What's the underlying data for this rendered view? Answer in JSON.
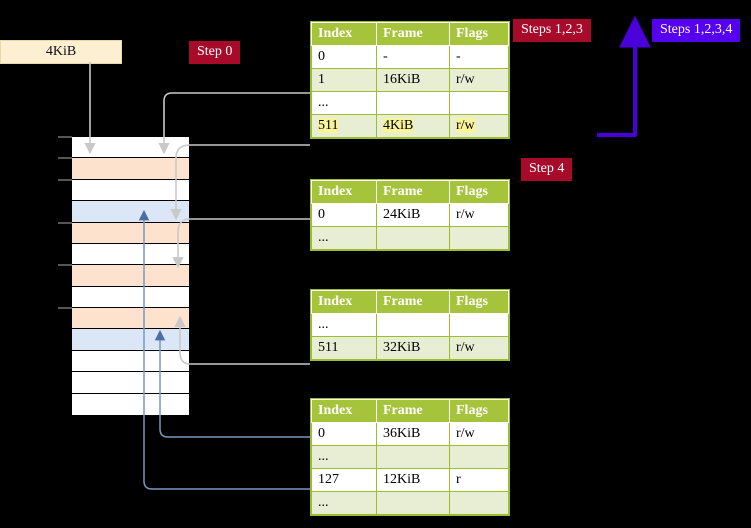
{
  "labels": {
    "kib_box": "4KiB",
    "step0": "Step 0",
    "step4": "Step 4",
    "steps123": "Steps 1,2,3",
    "steps1234": "Steps 1,2,3,4"
  },
  "colors": {
    "badge_red": "#a80b2a",
    "badge_blue": "#5500ee",
    "table_header": "#a6c33c",
    "table_alt_row": "#e7eed3",
    "highlight": "#f8f49a",
    "mem_peach": "#fde3cd",
    "mem_blue": "#dbe7f7",
    "kib_box_bg": "#fdefd2",
    "wire_gray": "#b8b8b8",
    "wire_blue": "#7a96c2"
  },
  "tables": [
    {
      "name": "page-table-1",
      "headers": [
        "Index",
        "Frame",
        "Flags"
      ],
      "rows": [
        {
          "index": "0",
          "frame": "-",
          "flags": "-",
          "alt": false,
          "highlight": false
        },
        {
          "index": "1",
          "frame": "16KiB",
          "flags": "r/w",
          "alt": true,
          "highlight": false
        },
        {
          "index": "...",
          "frame": "",
          "flags": "",
          "alt": false,
          "highlight": false
        },
        {
          "index": "511",
          "frame": "4KiB",
          "flags": "r/w",
          "alt": true,
          "highlight": true
        }
      ]
    },
    {
      "name": "page-table-2",
      "headers": [
        "Index",
        "Frame",
        "Flags"
      ],
      "rows": [
        {
          "index": "0",
          "frame": "24KiB",
          "flags": "r/w",
          "alt": false,
          "highlight": false
        },
        {
          "index": "...",
          "frame": "",
          "flags": "",
          "alt": true,
          "highlight": false
        }
      ]
    },
    {
      "name": "page-table-3",
      "headers": [
        "Index",
        "Frame",
        "Flags"
      ],
      "rows": [
        {
          "index": "...",
          "frame": "",
          "flags": "",
          "alt": false,
          "highlight": false
        },
        {
          "index": "511",
          "frame": "32KiB",
          "flags": "r/w",
          "alt": true,
          "highlight": false
        }
      ]
    },
    {
      "name": "page-table-4",
      "headers": [
        "Index",
        "Frame",
        "Flags"
      ],
      "rows": [
        {
          "index": "0",
          "frame": "36KiB",
          "flags": "r/w",
          "alt": false,
          "highlight": false
        },
        {
          "index": "...",
          "frame": "",
          "flags": "",
          "alt": true,
          "highlight": false
        },
        {
          "index": "127",
          "frame": "12KiB",
          "flags": "r",
          "alt": false,
          "highlight": false
        },
        {
          "index": "...",
          "frame": "",
          "flags": "",
          "alt": true,
          "highlight": false
        }
      ]
    }
  ],
  "memory": {
    "name": "physical-memory-column",
    "cells": [
      {
        "fill": "white"
      },
      {
        "fill": "peach"
      },
      {
        "fill": "white"
      },
      {
        "fill": "blue"
      },
      {
        "fill": "peach"
      },
      {
        "fill": "white"
      },
      {
        "fill": "peach"
      },
      {
        "fill": "white"
      },
      {
        "fill": "peach"
      },
      {
        "fill": "blue"
      },
      {
        "fill": "white"
      },
      {
        "fill": "white"
      },
      {
        "fill": "white"
      }
    ]
  }
}
